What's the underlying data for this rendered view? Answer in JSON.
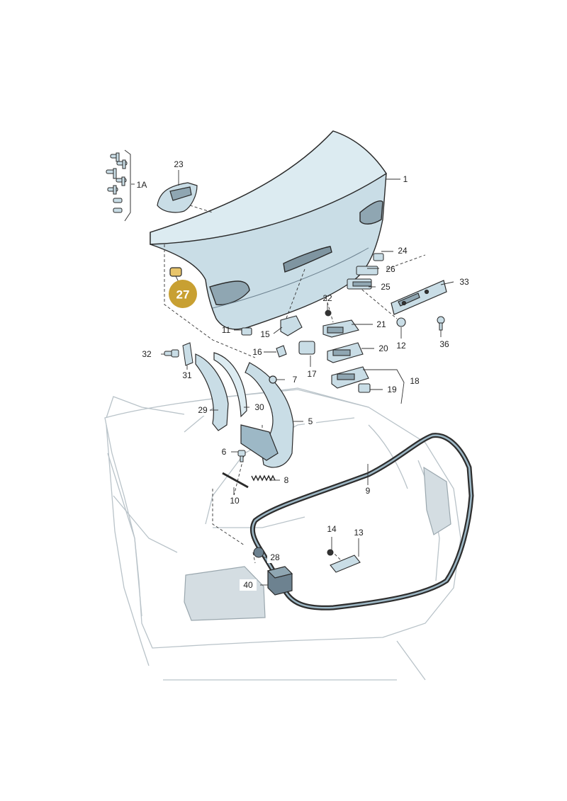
{
  "colors": {
    "part_fill": "#c9dde6",
    "part_fill_dark": "#9db8c6",
    "line": "#2a2a2a",
    "ghost_line": "#b9c3c9",
    "highlight": "#c8a032"
  },
  "highlighted_part": "27",
  "labels": {
    "p1": "1",
    "p1a": "1A",
    "p5": "5",
    "p6": "6",
    "p7": "7",
    "p8": "8",
    "p9": "9",
    "p10": "10",
    "p11": "11",
    "p12": "12",
    "p13": "13",
    "p14": "14",
    "p15": "15",
    "p16": "16",
    "p17": "17",
    "p18": "18",
    "p19": "19",
    "p20": "20",
    "p21": "21",
    "p22": "22",
    "p23": "23",
    "p24": "24",
    "p25": "25",
    "p26": "26",
    "p27": "27",
    "p28": "28",
    "p29": "29",
    "p30": "30",
    "p31": "31",
    "p32": "32",
    "p33": "33",
    "p36": "36",
    "p40": "40"
  }
}
